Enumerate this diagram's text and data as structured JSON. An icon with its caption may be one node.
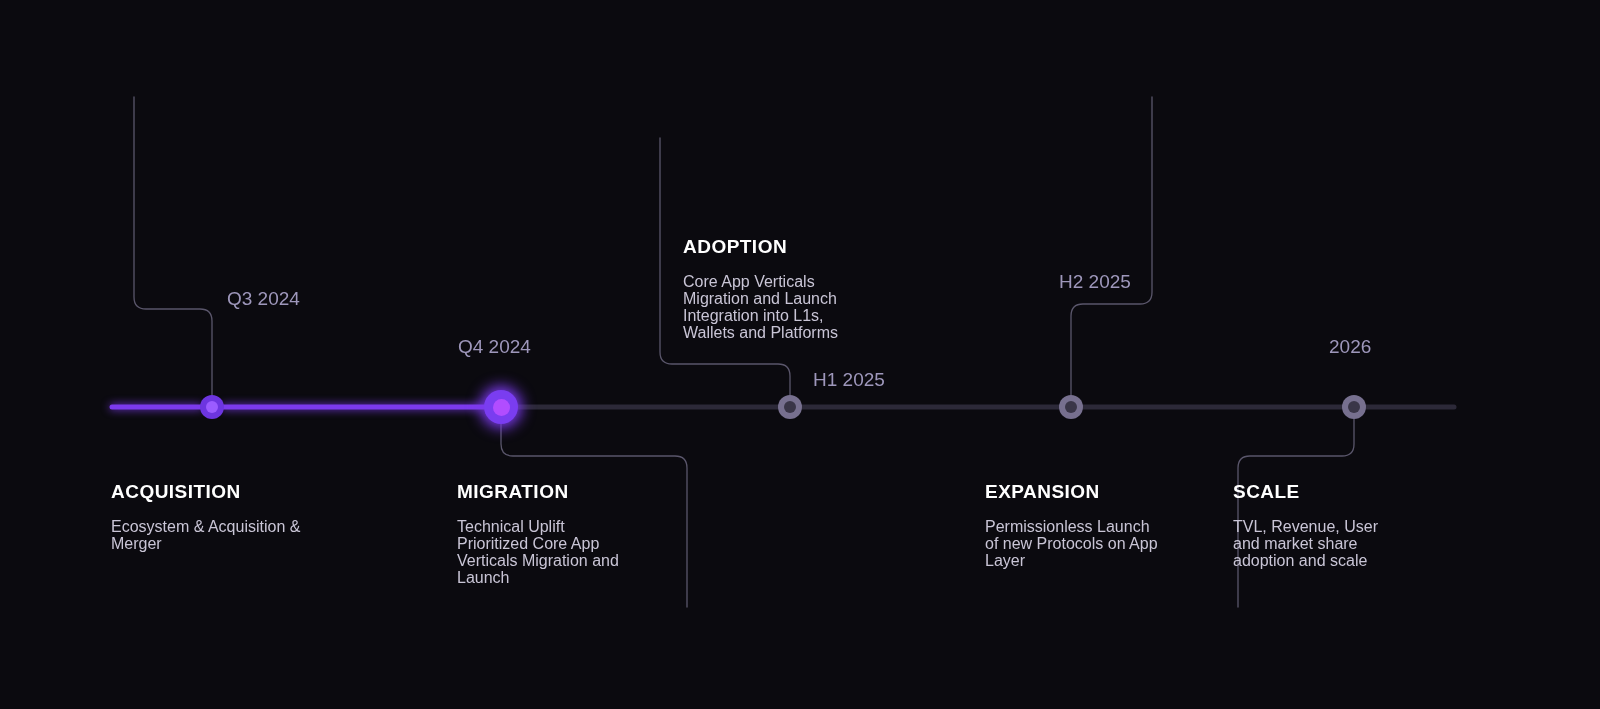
{
  "diagram": {
    "nodes": [
      {
        "text": [],
        "shape": "circle"
      },
      {
        "text": [],
        "shape": "circle"
      },
      {
        "text": [],
        "shape": "circle"
      },
      {
        "text": [],
        "shape": "circle"
      },
      {
        "text": [],
        "shape": "circle"
      },
      {
        "text": [
          "ACQUISITION",
          "Ecosystem & Acquisition & Merger"
        ]
      },
      {
        "text": [
          "MIGRATION",
          "Technical Uplift Prioritized Core App Verticals Migration and Launch"
        ]
      },
      {
        "text": [
          "ADOPTION",
          "Core App Verticals Migration and Launch Integration into L1s, Wallets and Platforms"
        ]
      },
      {
        "text": [
          "EXPANSION",
          "Permissionless Launch of new Protocols on App Layer"
        ]
      },
      {
        "text": [
          "SCALE",
          "TVL, Revenue, User and market share adoption and scale"
        ]
      }
    ],
    "edges": [
      {
        "from": null,
        "to": 0,
        "arrow": "none",
        "color": "#7c3aed"
      },
      {
        "from": 0,
        "to": 1,
        "arrow": "none",
        "color": "#7c3aed"
      },
      {
        "from": 1,
        "to": 2,
        "arrow": "none",
        "color": "#2c2938"
      },
      {
        "from": 2,
        "to": 3,
        "arrow": "none",
        "color": "#2c2938"
      },
      {
        "from": 3,
        "to": 4,
        "arrow": "none",
        "color": "#2c2938"
      },
      {
        "from": 4,
        "to": null,
        "arrow": "none",
        "color": "#2c2938"
      },
      {
        "from": 0,
        "to": null,
        "arrow": "none"
      },
      {
        "from": 1,
        "to": null,
        "arrow": "none"
      },
      {
        "from": 2,
        "to": null,
        "arrow": "none"
      },
      {
        "from": 3,
        "to": null,
        "arrow": "none"
      },
      {
        "from": 4,
        "to": null,
        "arrow": "none"
      }
    ],
    "labels": [
      "H2 2025",
      "Q3 2024",
      "Q4 2024",
      "2026",
      "H1 2025"
    ]
  }
}
